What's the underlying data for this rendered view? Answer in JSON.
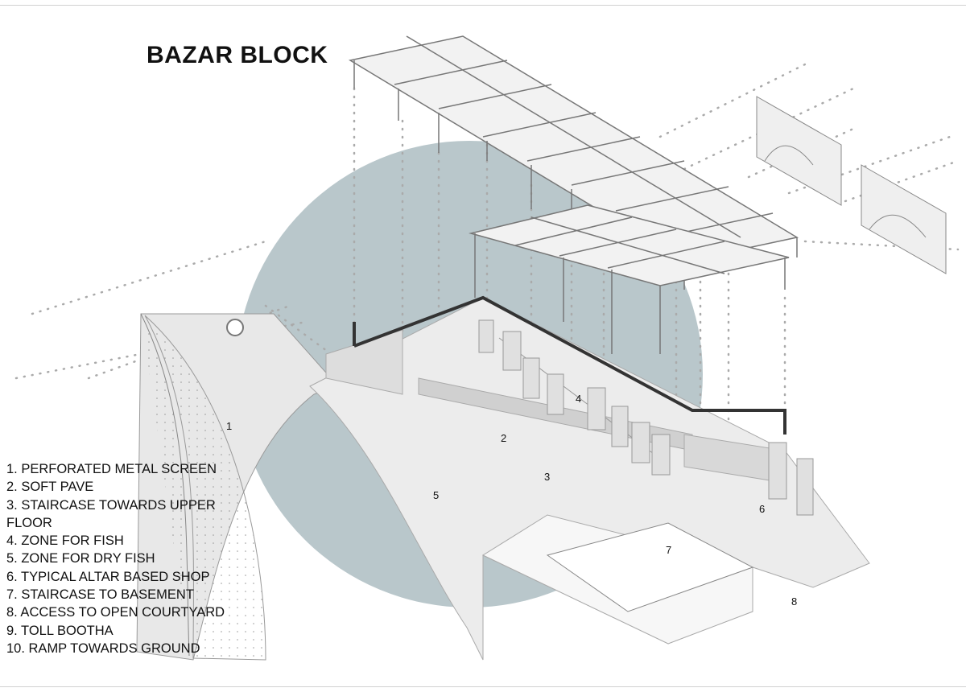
{
  "title": "BAZAR BLOCK",
  "legend": [
    "1. PERFORATED METAL SCREEN",
    "2. SOFT PAVE",
    "3. STAIRCASE TOWARDS UPPER FLOOR",
    "4. ZONE FOR FISH",
    "5. ZONE FOR DRY FISH",
    "6. TYPICAL ALTAR BASED SHOP",
    "7. STAIRCASE TO BASEMENT",
    "8. ACCESS TO OPEN COURTYARD",
    "9. TOLL BOOTHA",
    "10. RAMP TOWARDS GROUND"
  ],
  "markers": [
    "1",
    "2",
    "3",
    "4",
    "5",
    "6",
    "7",
    "8"
  ],
  "colors": {
    "circle": "#b9c7cb",
    "model": "#ececec",
    "dark": "#222222"
  }
}
